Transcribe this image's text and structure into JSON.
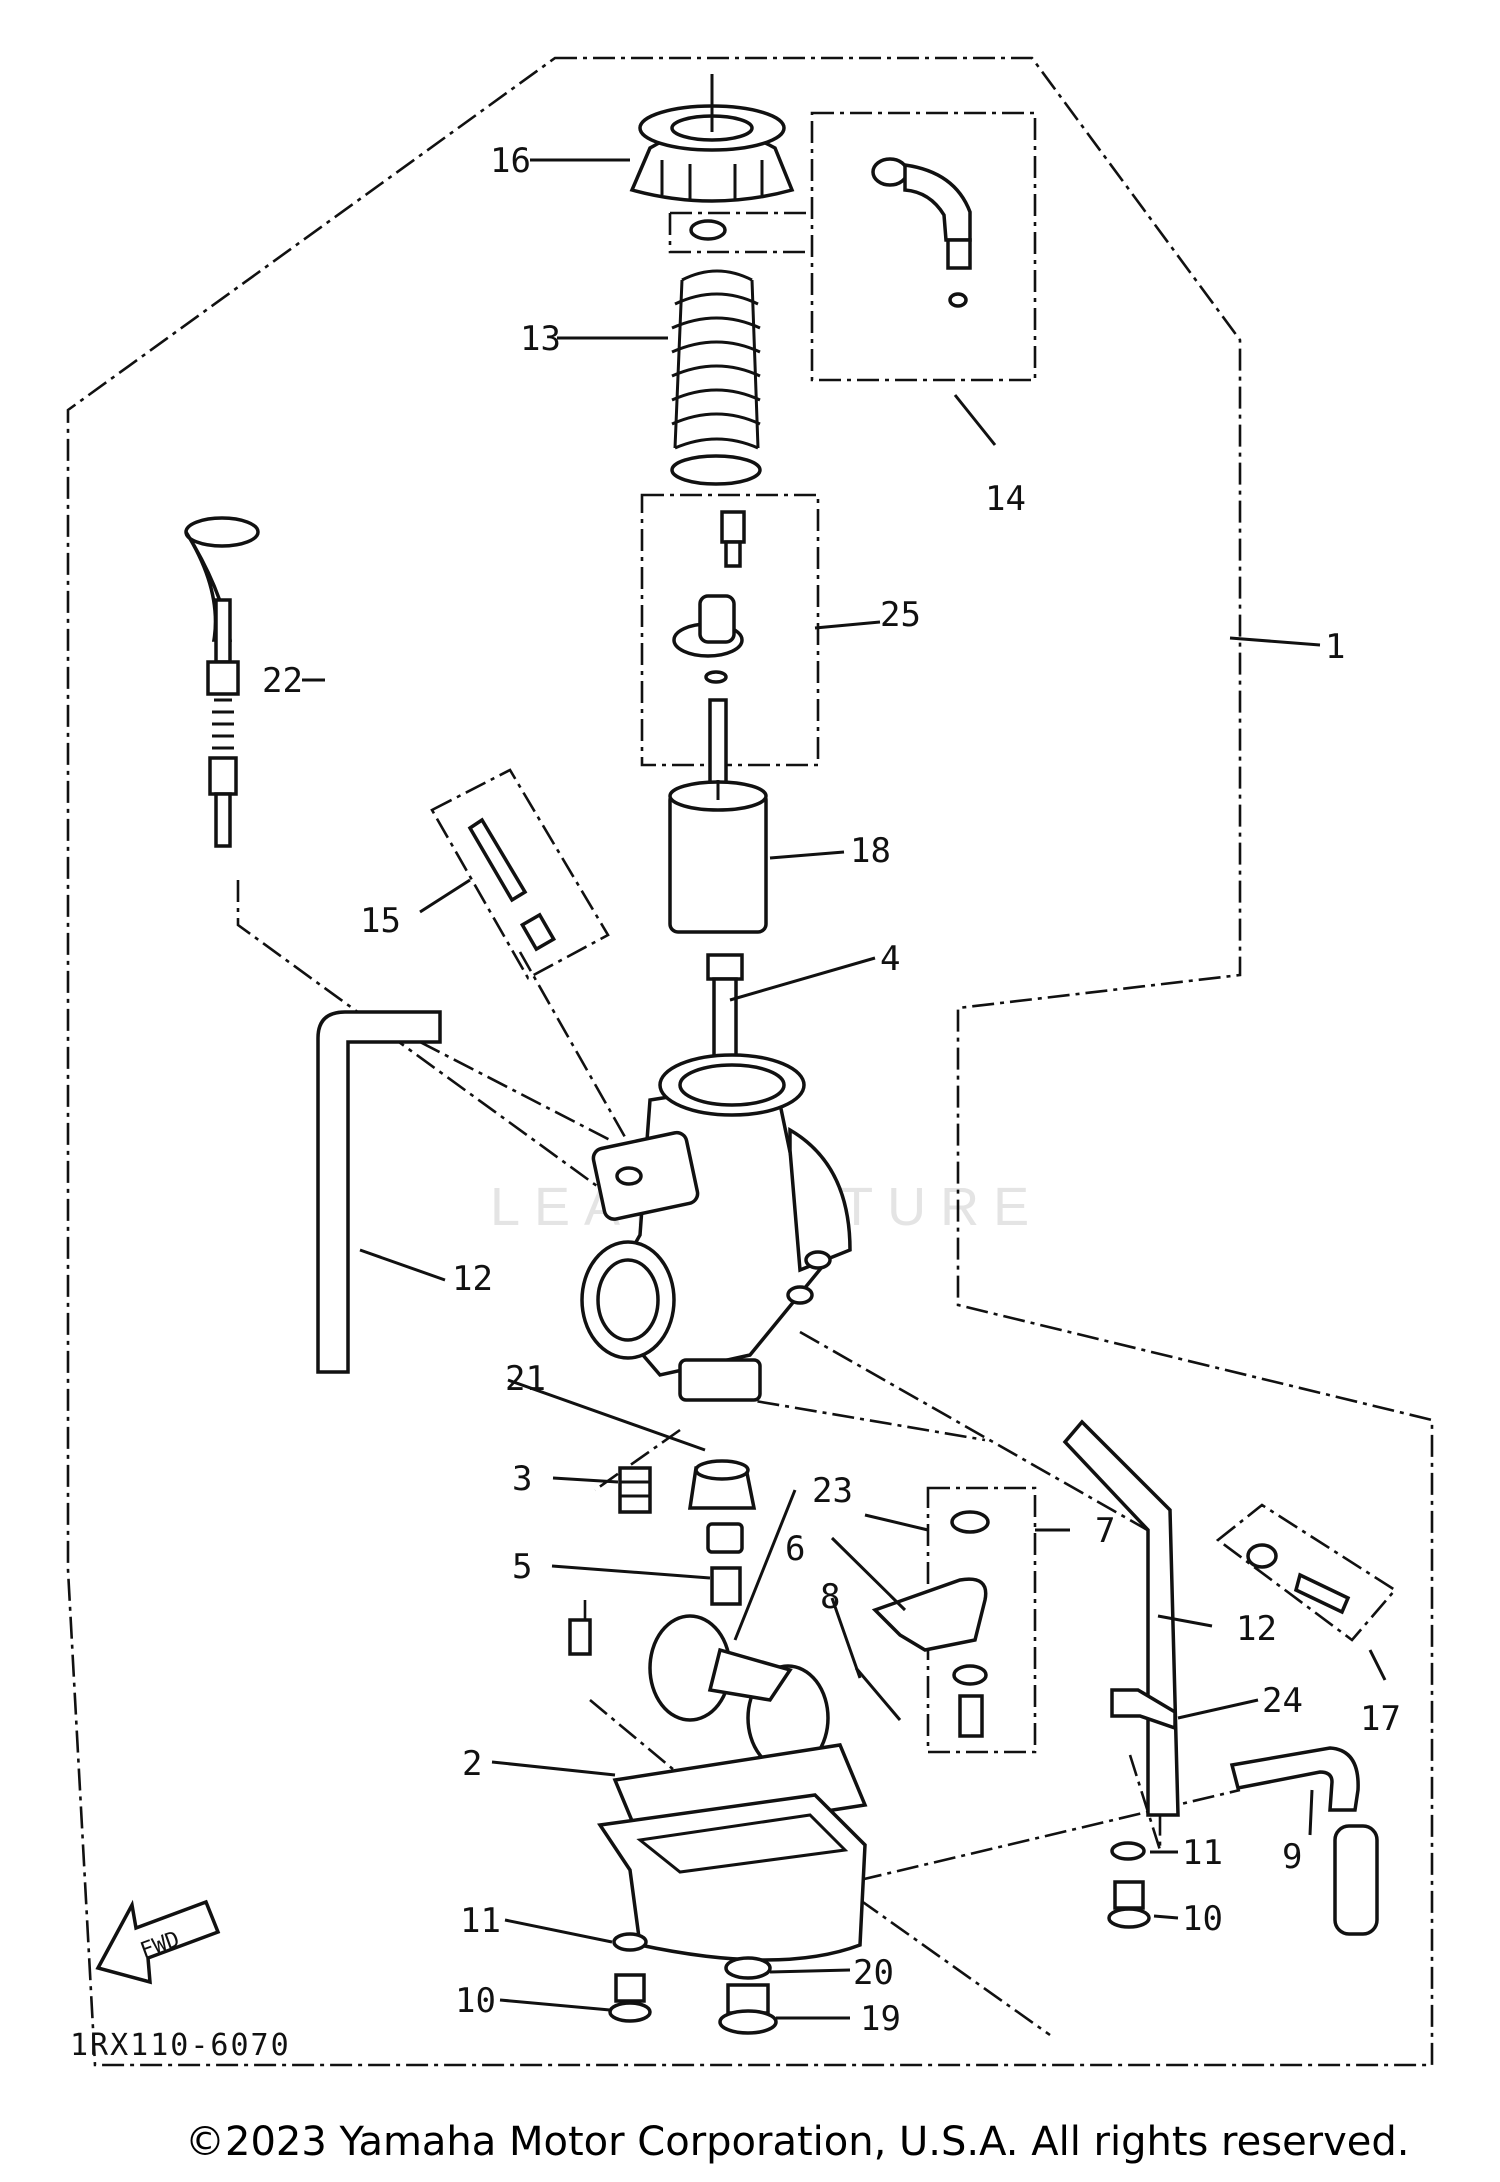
{
  "diagram": {
    "watermark": "LEADVENTURE",
    "ref_code": "1RX110-6070",
    "fwd_label": "FWD",
    "copyright": "©2023 Yamaha Motor Corporation, U.S.A. All rights reserved.",
    "callouts": {
      "c1": "1",
      "c2": "2",
      "c3": "3",
      "c4": "4",
      "c5": "5",
      "c6": "6",
      "c7": "7",
      "c8": "8",
      "c9": "9",
      "c10a": "10",
      "c10b": "10",
      "c11a": "11",
      "c11b": "11",
      "c12a": "12",
      "c12b": "12",
      "c13": "13",
      "c14": "14",
      "c15": "15",
      "c16": "16",
      "c17": "17",
      "c18": "18",
      "c19": "19",
      "c20": "20",
      "c21": "21",
      "c22": "22",
      "c23": "23",
      "c24": "24",
      "c25": "25"
    }
  }
}
